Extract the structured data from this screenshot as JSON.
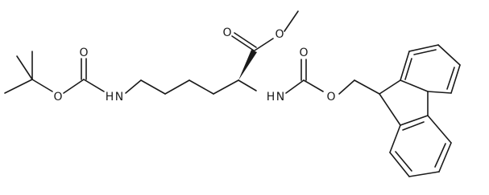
{
  "molecule": {
    "atom_labels": {
      "o_boc_carbonyl": "O",
      "o_boc_ester": "O",
      "n_epsilon": "N",
      "n_epsilon_h": "H",
      "o_methyl_carbonyl": "O",
      "o_methyl_ester": "O",
      "n_alpha": "N",
      "n_alpha_h": "H",
      "o_fmoc_carbonyl": "O",
      "o_fmoc_ester": "O"
    }
  }
}
